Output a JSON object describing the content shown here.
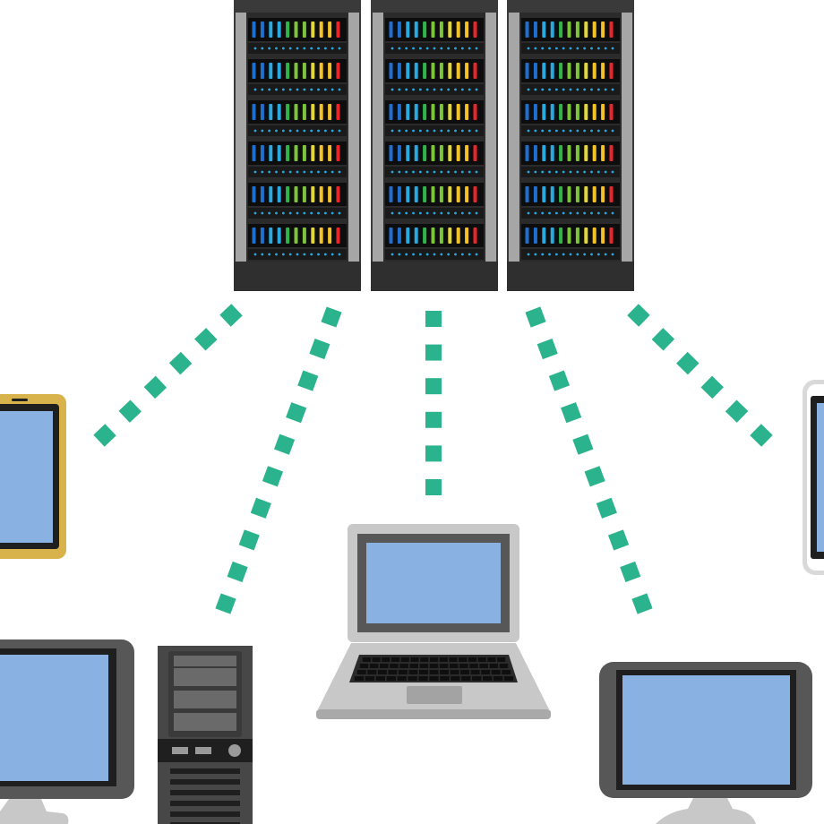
{
  "colors": {
    "background": "#ffffff",
    "rack_frame": "#3a3a3a",
    "rack_side": "#a6a6a6",
    "rack_slot": "#0d0d0d",
    "rack_divider": "#2b2b2b",
    "link_dash": "#2bb38e",
    "screen": "#89b2e2",
    "bezel_dark": "#575757",
    "laptop_body": "#c8c8c8",
    "tablet_frame": "#d8b24a",
    "phone_frame": "#d9d9d9",
    "tower_body": "#474747",
    "led_palette": [
      "#1f6fd1",
      "#2aa8e0",
      "#2fb44a",
      "#7cc43a",
      "#e2d63a",
      "#f3c22a",
      "#e8262a"
    ]
  },
  "icons": {
    "server_racks": [
      "server-rack-icon",
      "server-rack-icon",
      "server-rack-icon"
    ],
    "devices": [
      "tablet-icon",
      "desktop-monitor-icon",
      "tower-pc-icon",
      "laptop-icon",
      "monitor-icon",
      "smartphone-icon"
    ],
    "links": [
      "network-link-tablet",
      "network-link-tower",
      "network-link-laptop",
      "network-link-monitor",
      "network-link-phone"
    ]
  }
}
